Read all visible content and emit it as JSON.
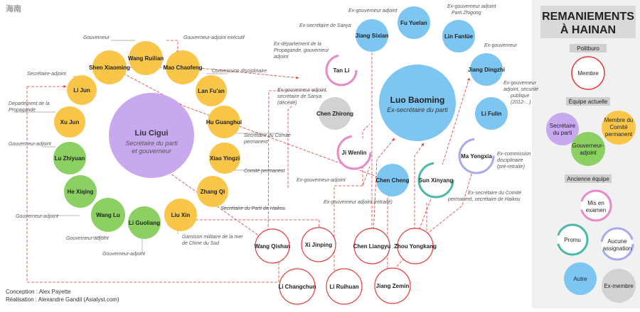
{
  "header": {
    "chinese": "海南"
  },
  "title": {
    "line1": "REMANIEMENTS",
    "line2": "À HAINAN"
  },
  "credits": {
    "line1": "Conception : Alex Payette",
    "line2": "Réalisation : Alexandre Gandil (Asialyst.com)"
  },
  "centers": {
    "liu": {
      "name": "Liu Cigui",
      "role1": "Secrétaire du parti",
      "role2": "et gouverneur"
    },
    "luo": {
      "name": "Luo Baoming",
      "role1": "Ex-secrétaire du parti"
    }
  },
  "nodes": {
    "wang_ruilian": "Wang Ruilian",
    "mao_chaofeng": "Mao Chaofeng",
    "shen_xiaoming": "Shen Xiaoming",
    "li_jun": "Li Jun",
    "lan_fuan": "Lan Fu'an",
    "xu_jun": "Xu Jun",
    "hu_guanghui": "Hu Guanghui",
    "lu_zhiyuan": "Lu Zhiyuan",
    "xiao_yingzi": "Xiao Yingzi",
    "he_xiqing": "He Xiqing",
    "zhang_qi": "Zhang Qi",
    "wang_lu": "Wang Lu",
    "li_guoliang": "Li Guoliang",
    "liu_xin": "Liu Xin",
    "tan_li": "Tan Li",
    "chen_zhirong": "Chen Zhirong",
    "ji_wenlin": "Ji Wenlin",
    "chen_cheng": "Chen Cheng",
    "sun_xinyang": "Sun Xinyang",
    "ma_yongxia": "Ma Yongxia",
    "jiang_sixian": "Jiang Sixian",
    "fu_yuelan": "Fu Yuelan",
    "lin_fanlue": "Lin Fanlüe",
    "jiang_dingzhi": "Jiang Dingzhi",
    "li_fulin": "Li Fulin",
    "wang_qishan": "Wang Qishan",
    "xi_jinping": "Xi Jinping",
    "chen_liangyu": "Chen Liangyu",
    "zhou_yongkang": "Zhou Yongkang",
    "li_changchun": "Li Changchun",
    "li_ruihuan": "Li Ruihuan",
    "jiang_zemin": "Jiang Zemin"
  },
  "notes": {
    "n_gouv": "Gouverneur",
    "n_gaexec": "Gouverneur-adjoint exécutif",
    "n_secadj": "Secrétaire-adjoint",
    "n_commdisc": "Commission disciplinaire",
    "n_dept1": "Département de la",
    "n_dept2": "Propagande",
    "n_ga1": "Gouverneur-adjoint",
    "n_sccp1": "Secrétaire du Comité",
    "n_sccp2": "permanent",
    "n_comperm": "Comité permanent",
    "n_ga2": "Gouverneur-adjoint",
    "n_haikou": "Secrétaire du Parti de Haikou",
    "n_ga3": "Gouverneur-adjoint",
    "n_gar1": "Garnison militaire de la mer",
    "n_gar2": "de Chine du Sud",
    "n_ga4": "Gouverneur-adjoint",
    "n_tanli1": "Ex-département de la",
    "n_tanli2": "Propagande, gouverneur",
    "n_tanli3": "adjoint",
    "n_chenzr1": "Ex-gouverneur adjoint,",
    "n_chenzr2": "secrétaire de Sanya",
    "n_chenzr3": "(décédé)",
    "n_jiwen": "Ex-gouverneur-adjoint",
    "n_chencheng": "Ex-gouverneur adjoint (retraité)",
    "n_sanya": "Ex-secrétaire de Sanya",
    "n_fuyl": "Ex-gouverneur adjoint",
    "n_lin1": "Ex-gouverneur adjoint",
    "n_lin2": "Parti Zhigong",
    "n_jdz": "Ex-gouverneur",
    "n_lifulin1": "Ex-gouverneur",
    "n_lifulin2": "adjoint, sécurité",
    "n_lifulin3": "publique",
    "n_lifulin4": "(2012-...)",
    "n_ma1": "Ex-commission",
    "n_ma2": "disciplinaire",
    "n_ma3": "(pré-retraite)",
    "n_sun1": "Ex-secrétaire du Comité",
    "n_sun2": "permanent, secrétaire de Haikou"
  },
  "legend": {
    "politburo": "Politburo",
    "membre": "Membre",
    "equipe_actuelle": "Équipe actuelle",
    "secretaire1": "Secrétaire",
    "secretaire2": "du parti",
    "membre_comite1": "Membre du",
    "membre_comite2": "Comité",
    "membre_comite3": "permanent",
    "gouverneur1": "Gouverneur-",
    "gouverneur2": "adjoint",
    "ancienne_equipe": "Ancienne équipe",
    "mis_en1": "Mis en",
    "mis_en2": "examen",
    "promu": "Promu",
    "aucune1": "Aucune",
    "aucune2": "assignation",
    "autre": "Autre",
    "ex_membre": "Ex-membre"
  },
  "colors": {
    "yellow": "#f9c64a",
    "green": "#8ccf62",
    "purple": "#c8a8ef",
    "blue": "#7ec6f2",
    "grey": "#d2d2d2",
    "red": "#e63a3a",
    "pink": "#e889c8",
    "teal": "#4db8a8"
  }
}
